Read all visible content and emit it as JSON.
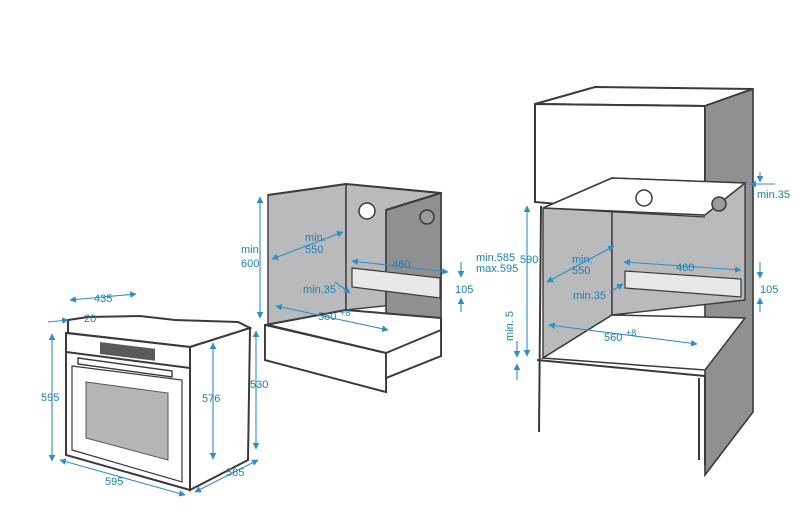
{
  "oven_dims": {
    "top_depth": "435",
    "top_offset": "20",
    "height": "595",
    "width": "595",
    "inner_height": "576",
    "side_height": "530",
    "depth": "565"
  },
  "cabinet_under": {
    "height": "min.\n600",
    "height_line1": "min.",
    "height_line2": "600",
    "depth": "min.\n550",
    "depth_line1": "min.",
    "depth_line2": "550",
    "width": "560",
    "width_sup": "+8",
    "vent_width": "460",
    "vent_height": "105",
    "gap": "min.35"
  },
  "cabinet_column": {
    "top_gap": "min.35",
    "height_range_line1": "min.585",
    "height_range_line2": "max.595",
    "height": "590",
    "depth_line1": "min.",
    "depth_line2": "550",
    "vent_width": "460",
    "vent_height": "105",
    "gap": "min.35",
    "width": "560",
    "width_sup": "+8",
    "bottom_gap": "min. 5"
  },
  "colors": {
    "dimension": "#1f7fb0",
    "outline": "#3a3a3a",
    "wall": "#8f9092"
  }
}
